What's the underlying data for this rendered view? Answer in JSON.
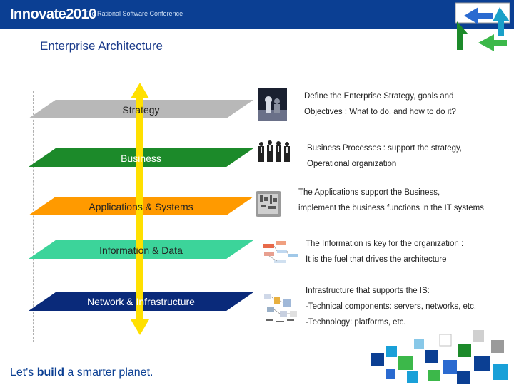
{
  "header": {
    "brand_name": "Innovate",
    "brand_year": "2010",
    "tagline": "The Rational Software Conference"
  },
  "page_title": "Enterprise Architecture",
  "layers": [
    {
      "label": "Strategy",
      "color": "#b8b8b8",
      "text_color": "#222222"
    },
    {
      "label": "Business",
      "color": "#1c8a2a",
      "text_color": "#ffffff"
    },
    {
      "label": "Applications & Systems",
      "color": "#ff9a00",
      "text_color": "#222222"
    },
    {
      "label": "Information & Data",
      "color": "#3cd49a",
      "text_color": "#222222"
    },
    {
      "label": "Network & Infrastructure",
      "color": "#0a2a7a",
      "text_color": "#ffffff"
    }
  ],
  "descriptions": {
    "strategy": [
      "Define the Enterprise Strategy, goals and",
      "Objectives : What to do, and how to do it?"
    ],
    "business": [
      "Business Processes : support the strategy,",
      "Operational organization"
    ],
    "applications": [
      "The Applications support the Business,",
      "implement the business functions in the IT systems"
    ],
    "information": [
      "The Information is key for the organization :",
      "It is the fuel that drives the architecture"
    ],
    "network": [
      "Infrastructure that supports the IS:",
      "-Technical components: servers, networks, etc.",
      "-Technology: platforms, etc."
    ]
  },
  "footer": {
    "prefix": "Let's ",
    "bold": "build",
    "suffix": " a smarter planet."
  },
  "colors": {
    "header_bg": "#0b3f93",
    "arrow": "#ffe000",
    "title": "#1a3a8a"
  }
}
